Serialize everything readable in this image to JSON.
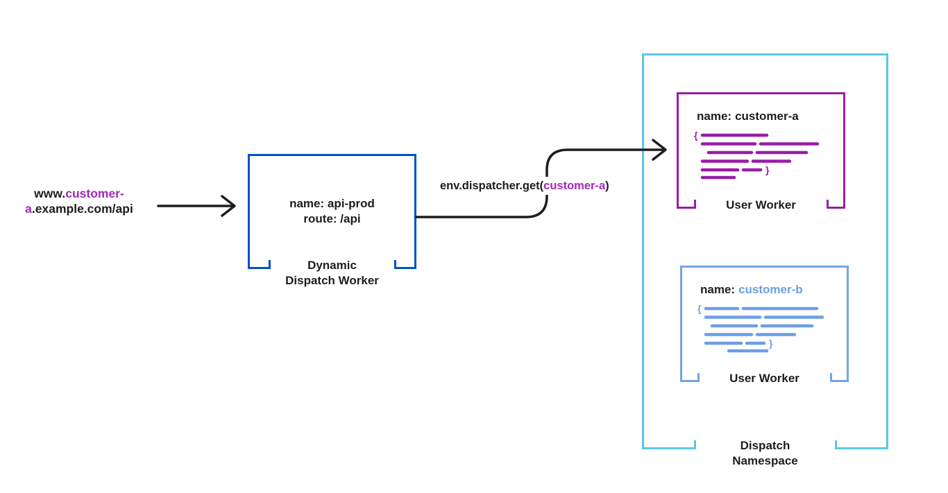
{
  "request_url": {
    "line1_black": "www.",
    "line1_purple": "customer-",
    "line2_purple": "a",
    "line2_black": ".example.com/api"
  },
  "dispatcher_call": {
    "prefix": "env.dispatcher.get(",
    "argument": "customer-a",
    "suffix": ")"
  },
  "dispatch_worker_box": {
    "name": "name: api-prod",
    "route": "route: /api",
    "caption_line1": "Dynamic",
    "caption_line2": "Dispatch Worker"
  },
  "dispatch_namespace": {
    "caption_line1": "Dispatch",
    "caption_line2": "Namespace",
    "user_worker_a": {
      "name_label": "name:",
      "name_value": "customer-a",
      "brace_open": "{",
      "brace_close": "}",
      "caption": "User Worker"
    },
    "user_worker_b": {
      "name_label": "name:",
      "name_value": "customer-b",
      "brace_open": "{",
      "brace_close": "}",
      "caption": "User Worker"
    }
  },
  "colors": {
    "arrow_black": "#1d1d1f",
    "dispatch_worker_blue": "#0051c3",
    "namespace_cyan": "#57c8e8",
    "worker_a_purple": "#991ca8",
    "worker_b_blue": "#74a3e6",
    "url_purple": "#a228b8"
  }
}
